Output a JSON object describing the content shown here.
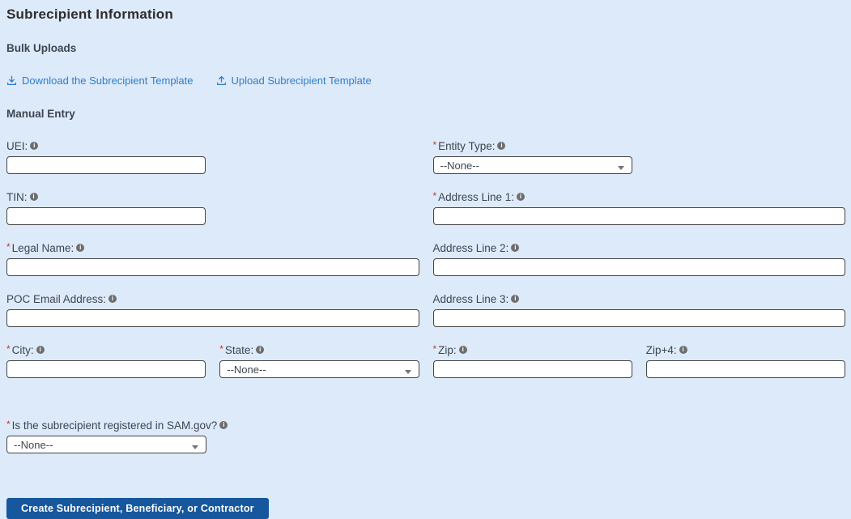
{
  "page": {
    "title": "Subrecipient Information"
  },
  "bulk_uploads": {
    "heading": "Bulk Uploads",
    "download_link": "Download the Subrecipient Template",
    "upload_link": "Upload Subrecipient Template"
  },
  "manual_entry": {
    "heading": "Manual Entry",
    "fields": {
      "uei": {
        "label": "UEI:",
        "required": "",
        "value": ""
      },
      "entity_type": {
        "label": "Entity Type:",
        "required": "*",
        "selected": "--None--"
      },
      "tin": {
        "label": "TIN:",
        "required": "",
        "value": ""
      },
      "address1": {
        "label": "Address Line 1:",
        "required": "*",
        "value": ""
      },
      "legal_name": {
        "label": "Legal Name:",
        "required": "*",
        "value": ""
      },
      "address2": {
        "label": "Address Line 2:",
        "required": "",
        "value": ""
      },
      "poc_email": {
        "label": "POC Email Address:",
        "required": "",
        "value": ""
      },
      "address3": {
        "label": "Address Line 3:",
        "required": "",
        "value": ""
      },
      "city": {
        "label": "City:",
        "required": "*",
        "value": ""
      },
      "state": {
        "label": "State:",
        "required": "*",
        "selected": "--None--"
      },
      "zip": {
        "label": "Zip:",
        "required": "*",
        "value": ""
      },
      "zip4": {
        "label": "Zip+4:",
        "required": "",
        "value": ""
      },
      "sam_registered": {
        "label": "Is the subrecipient registered in SAM.gov?",
        "required": "*",
        "selected": "--None--"
      }
    }
  },
  "actions": {
    "create_button": "Create Subrecipient, Beneficiary, or Contractor"
  },
  "colors": {
    "background": "#ddeafa",
    "link_blue": "#2e7dc9",
    "button_blue": "#16579d",
    "required_red": "#c5352c",
    "info_icon_gray": "#6e6e6e",
    "input_border": "#444444"
  }
}
